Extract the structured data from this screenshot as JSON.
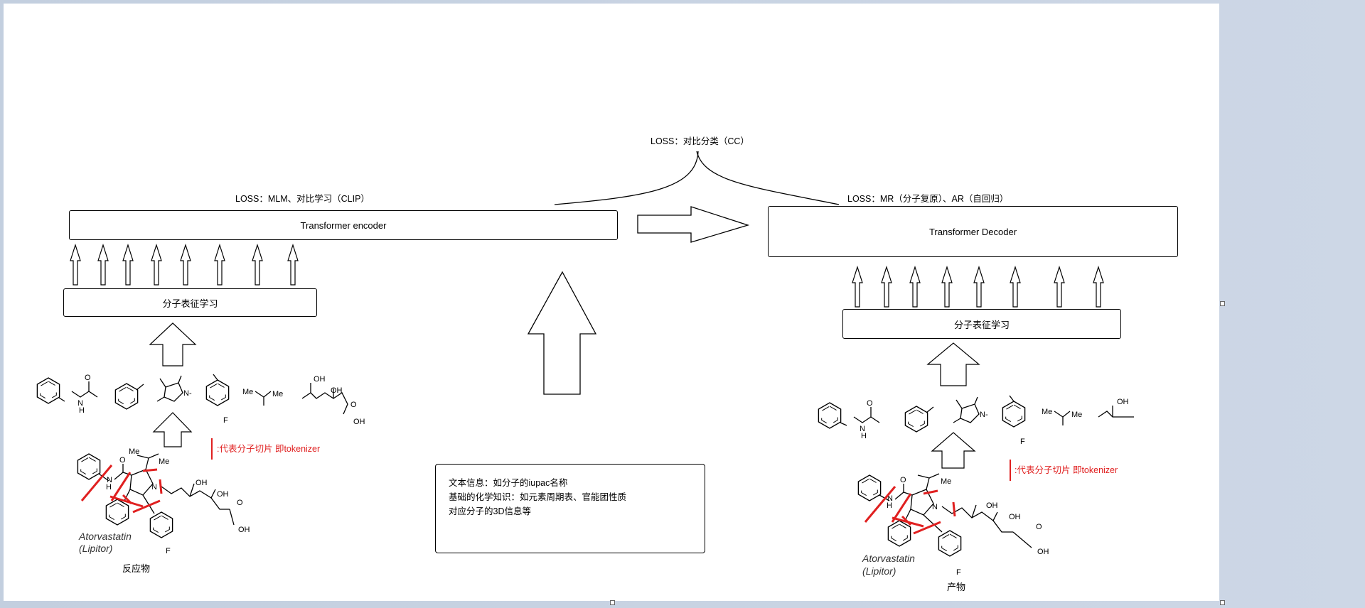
{
  "top_loss": "LOSS：对比分类（CC）",
  "encoder": {
    "loss": "LOSS：MLM、对比学习（CLIP）",
    "box": "Transformer encoder",
    "repr": "分子表征学习",
    "tokenizer_note": ":代表分子切片 即tokenizer",
    "molecule_name_1": "Atorvastatin",
    "molecule_name_2": "(Lipitor)",
    "caption": "反应物"
  },
  "decoder": {
    "loss": "LOSS：MR（分子复原）、AR（自回归）",
    "box": "Transformer Decoder",
    "repr": "分子表征学习",
    "tokenizer_note": ":代表分子切片 即tokenizer",
    "molecule_name_1": "Atorvastatin",
    "molecule_name_2": "(Lipitor)",
    "caption": "产物"
  },
  "info_box": {
    "line1": "文本信息：如分子的iupac名称",
    "line2": "基础的化学知识：如元素周期表、官能团性质",
    "line3": "对应分子的3D信息等"
  },
  "atoms": {
    "oh": "OH",
    "me": "Me",
    "me_cut": "Me",
    "f": "F",
    "n": "N",
    "n_dot": "N-",
    "h": "H",
    "o": "O"
  },
  "colors": {
    "accent": "#e02020",
    "line": "#000000"
  }
}
